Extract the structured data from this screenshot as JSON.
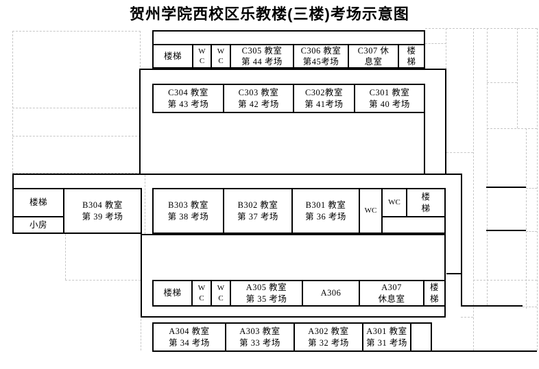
{
  "title": "贺州学院西校区乐教楼(三楼)考场示意图",
  "floor": {
    "top_row": {
      "stairs_left": "楼梯",
      "wc_1": "W\nC",
      "wc_2": "W\nC",
      "c305": "C305 教室\n第 44 考场",
      "c306": "C306 教室\n第45考场",
      "c307": "C307 休\n息室",
      "stairs_right": "楼\n梯"
    },
    "c_row": {
      "c304": "C304 教室\n第 43 考场",
      "c303": "C303 教室\n第 42 考场",
      "c302": "C302教室\n第 41考场",
      "c301": "C301 教室\n第 40 考场"
    },
    "b_row": {
      "stairs_left": "楼梯",
      "small_room": "小房",
      "b304": "B304 教室\n第 39 考场",
      "b303": "B303 教室\n第 38 考场",
      "b302": "B302 教室\n第 37 考场",
      "b301": "B301 教室\n第 36 考场",
      "wc_1": "WC",
      "wc_2": "WC",
      "stairs_right": "楼\n梯"
    },
    "a_row_inner": {
      "stairs_left": "楼梯",
      "wc_1": "W\nC",
      "wc_2": "W\nC",
      "a305": "A305 教室\n第 35 考场",
      "a306": "A306",
      "a307": "A307\n休息室",
      "stairs_right": "楼\n梯"
    },
    "a_row_bottom": {
      "a304": "A304 教室\n第 34 考场",
      "a303": "A303 教室\n第 33 考场",
      "a302": "A302 教室\n第 32 考场",
      "a301": "A301 教室\n第 31 考场"
    }
  }
}
